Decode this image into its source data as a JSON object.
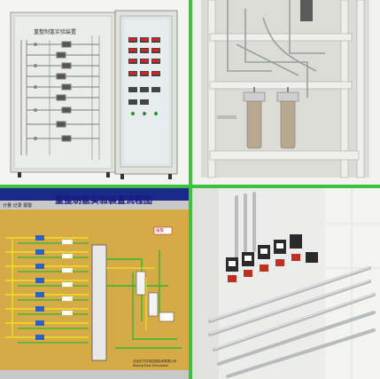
{
  "cabinet_title": "重整制氢实验装置",
  "scada": {
    "title": "重整制氢实验装置流程图",
    "toolbar_text": "计量 记录 报警",
    "corner_label": "报警",
    "footer_line1": "北京东方仿真控制技术有限公司",
    "footer_line2": "Beijing East Simulation"
  },
  "colors": {
    "divider": "#3fbf3f",
    "scada_bg": "#d4a84a",
    "pipe_yellow": "#f0e020",
    "pipe_green": "#2fb82f",
    "cabinet": "#e6e8e2",
    "steel": "#c8ccc8"
  }
}
